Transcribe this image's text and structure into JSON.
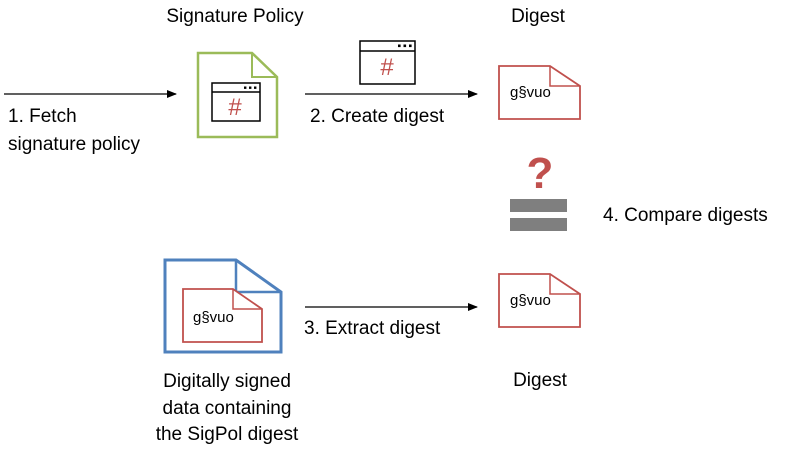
{
  "labels": {
    "signature_policy": "Signature Policy",
    "digest_top": "Digest",
    "digest_bottom": "Digest",
    "step1_line1": "1. Fetch",
    "step1_line2": "signature policy",
    "step2": "2. Create digest",
    "step3": "3. Extract digest",
    "step4": "4. Compare digests",
    "signed_line1": "Digitally signed",
    "signed_line2": "data containing",
    "signed_line3": "the SigPol digest"
  },
  "symbols": {
    "hash": "#",
    "question_mark": "?",
    "digest_top_value": "g§vuo",
    "digest_bottom_value": "g§vuo",
    "digest_embedded_value": "g§vuo"
  },
  "colors": {
    "policy_doc": "#9bbb59",
    "signed_doc": "#4f81bd",
    "digest_doc": "#c0504d",
    "equals_bar": "#7f7f7f",
    "question": "#c0504d",
    "hash": "#c0504d"
  }
}
